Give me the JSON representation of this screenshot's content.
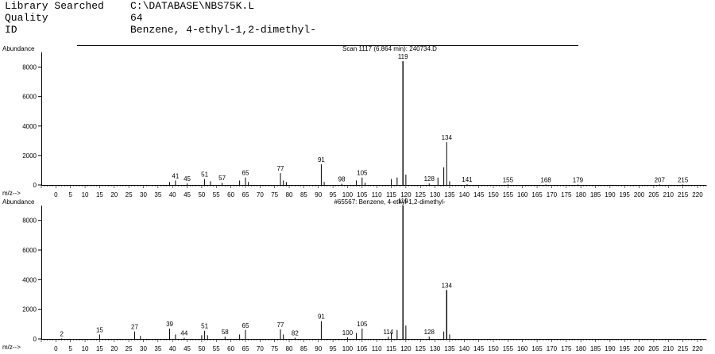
{
  "header": {
    "rows": [
      {
        "label": "Library Searched",
        "value": "C:\\DATABASE\\NBS75K.L"
      },
      {
        "label": "Quality",
        "value": "64"
      },
      {
        "label": "ID",
        "value": "Benzene, 4-ethyl-1,2-dimethyl-"
      }
    ]
  },
  "chart_data": [
    {
      "type": "bar",
      "title": "Scan 1117 (6.864 min): 240734.D",
      "ylabel": "Abundance",
      "xlabel": "m/z-->",
      "xlim": [
        -5,
        223
      ],
      "ylim": [
        0,
        9000
      ],
      "yticks": [
        0,
        2000,
        4000,
        6000,
        8000
      ],
      "xticks": [
        0,
        5,
        10,
        15,
        20,
        25,
        30,
        35,
        40,
        45,
        50,
        55,
        60,
        65,
        70,
        75,
        80,
        85,
        90,
        95,
        100,
        105,
        110,
        115,
        120,
        125,
        130,
        135,
        140,
        145,
        150,
        155,
        160,
        165,
        170,
        175,
        180,
        185,
        190,
        195,
        200,
        205,
        210,
        215,
        220
      ],
      "peaks": [
        {
          "mz": 39,
          "abundance": 200
        },
        {
          "mz": 41,
          "abundance": 300
        },
        {
          "mz": 45,
          "abundance": 100
        },
        {
          "mz": 51,
          "abundance": 400
        },
        {
          "mz": 53,
          "abundance": 250
        },
        {
          "mz": 57,
          "abundance": 150
        },
        {
          "mz": 63,
          "abundance": 300
        },
        {
          "mz": 65,
          "abundance": 500
        },
        {
          "mz": 66,
          "abundance": 200
        },
        {
          "mz": 77,
          "abundance": 800
        },
        {
          "mz": 78,
          "abundance": 300
        },
        {
          "mz": 79,
          "abundance": 200
        },
        {
          "mz": 91,
          "abundance": 1400
        },
        {
          "mz": 92,
          "abundance": 200
        },
        {
          "mz": 98,
          "abundance": 80
        },
        {
          "mz": 103,
          "abundance": 300
        },
        {
          "mz": 105,
          "abundance": 500
        },
        {
          "mz": 106,
          "abundance": 150
        },
        {
          "mz": 115,
          "abundance": 400
        },
        {
          "mz": 117,
          "abundance": 500
        },
        {
          "mz": 119,
          "abundance": 8400
        },
        {
          "mz": 120,
          "abundance": 700
        },
        {
          "mz": 128,
          "abundance": 100
        },
        {
          "mz": 131,
          "abundance": 500
        },
        {
          "mz": 133,
          "abundance": 1200
        },
        {
          "mz": 134,
          "abundance": 2900
        },
        {
          "mz": 135,
          "abundance": 250
        },
        {
          "mz": 141,
          "abundance": 50
        },
        {
          "mz": 155,
          "abundance": 40
        },
        {
          "mz": 168,
          "abundance": 30
        },
        {
          "mz": 179,
          "abundance": 30
        },
        {
          "mz": 207,
          "abundance": 40
        },
        {
          "mz": 215,
          "abundance": 30
        }
      ],
      "peak_labels": [
        {
          "mz": 41,
          "text": "41"
        },
        {
          "mz": 45,
          "text": "45"
        },
        {
          "mz": 51,
          "text": "51"
        },
        {
          "mz": 57,
          "text": "57"
        },
        {
          "mz": 65,
          "text": "65"
        },
        {
          "mz": 77,
          "text": "77"
        },
        {
          "mz": 91,
          "text": "91"
        },
        {
          "mz": 98,
          "text": "98"
        },
        {
          "mz": 105,
          "text": "105"
        },
        {
          "mz": 119,
          "text": "119"
        },
        {
          "mz": 128,
          "text": "128"
        },
        {
          "mz": 134,
          "text": "134"
        },
        {
          "mz": 141,
          "text": "141"
        },
        {
          "mz": 155,
          "text": "155"
        },
        {
          "mz": 168,
          "text": "168"
        },
        {
          "mz": 179,
          "text": "179"
        },
        {
          "mz": 207,
          "text": "207"
        },
        {
          "mz": 215,
          "text": "215"
        }
      ]
    },
    {
      "type": "bar",
      "title": "#65567: Benzene, 4-ethyl-1,2-dimethyl-",
      "ylabel": "Abundance",
      "xlabel": "m/z-->",
      "xlim": [
        -5,
        223
      ],
      "ylim": [
        0,
        9000
      ],
      "yticks": [
        0,
        2000,
        4000,
        6000,
        8000
      ],
      "xticks": [
        0,
        5,
        10,
        15,
        20,
        25,
        30,
        35,
        40,
        45,
        50,
        55,
        60,
        65,
        70,
        75,
        80,
        85,
        90,
        95,
        100,
        105,
        110,
        115,
        120,
        125,
        130,
        135,
        140,
        145,
        150,
        155,
        160,
        165,
        170,
        175,
        180,
        185,
        190,
        195,
        200,
        205,
        210,
        215,
        220
      ],
      "peaks": [
        {
          "mz": 2,
          "abundance": 30
        },
        {
          "mz": 15,
          "abundance": 300
        },
        {
          "mz": 27,
          "abundance": 500
        },
        {
          "mz": 29,
          "abundance": 200
        },
        {
          "mz": 39,
          "abundance": 700
        },
        {
          "mz": 41,
          "abundance": 300
        },
        {
          "mz": 44,
          "abundance": 80
        },
        {
          "mz": 50,
          "abundance": 250
        },
        {
          "mz": 51,
          "abundance": 550
        },
        {
          "mz": 52,
          "abundance": 250
        },
        {
          "mz": 58,
          "abundance": 150
        },
        {
          "mz": 63,
          "abundance": 300
        },
        {
          "mz": 65,
          "abundance": 600
        },
        {
          "mz": 77,
          "abundance": 650
        },
        {
          "mz": 78,
          "abundance": 300
        },
        {
          "mz": 82,
          "abundance": 80
        },
        {
          "mz": 91,
          "abundance": 1200
        },
        {
          "mz": 100,
          "abundance": 100
        },
        {
          "mz": 103,
          "abundance": 400
        },
        {
          "mz": 105,
          "abundance": 700
        },
        {
          "mz": 114,
          "abundance": 150
        },
        {
          "mz": 115,
          "abundance": 400
        },
        {
          "mz": 117,
          "abundance": 600
        },
        {
          "mz": 119,
          "abundance": 9000
        },
        {
          "mz": 120,
          "abundance": 900
        },
        {
          "mz": 128,
          "abundance": 150
        },
        {
          "mz": 133,
          "abundance": 500
        },
        {
          "mz": 134,
          "abundance": 3300
        },
        {
          "mz": 135,
          "abundance": 300
        }
      ],
      "peak_labels": [
        {
          "mz": 2,
          "text": "2"
        },
        {
          "mz": 15,
          "text": "15"
        },
        {
          "mz": 27,
          "text": "27"
        },
        {
          "mz": 39,
          "text": "39"
        },
        {
          "mz": 44,
          "text": "44"
        },
        {
          "mz": 51,
          "text": "51"
        },
        {
          "mz": 58,
          "text": "58"
        },
        {
          "mz": 65,
          "text": "65"
        },
        {
          "mz": 77,
          "text": "77"
        },
        {
          "mz": 82,
          "text": "82"
        },
        {
          "mz": 91,
          "text": "91"
        },
        {
          "mz": 100,
          "text": "100"
        },
        {
          "mz": 105,
          "text": "105"
        },
        {
          "mz": 114,
          "text": "114"
        },
        {
          "mz": 119,
          "text": "119"
        },
        {
          "mz": 128,
          "text": "128"
        },
        {
          "mz": 134,
          "text": "134"
        }
      ]
    }
  ]
}
